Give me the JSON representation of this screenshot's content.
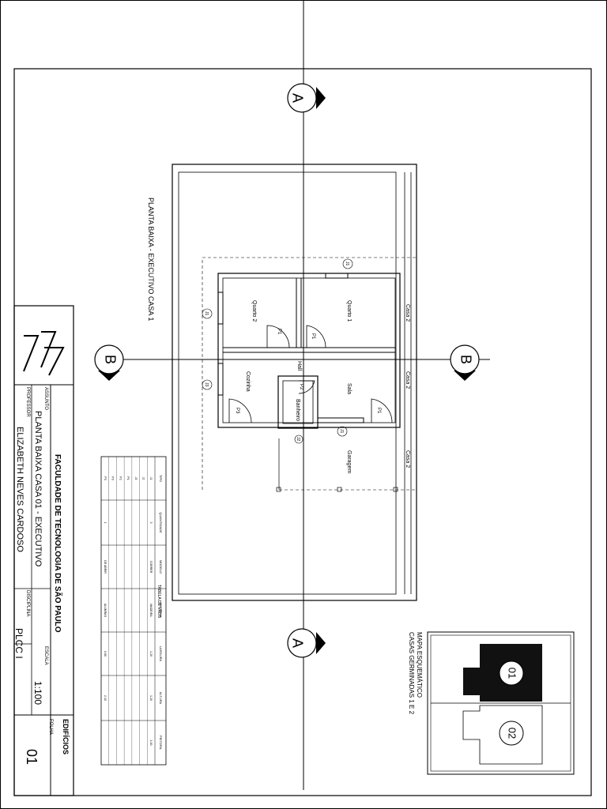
{
  "sheet": {
    "drawing_title": "PLANTA BAIXA - EXECUTIVO CASA 1",
    "section_marks": {
      "a_top": "A",
      "a_bottom": "A",
      "b_left": "B",
      "b_right": "B"
    }
  },
  "plan": {
    "rooms": {
      "quarto2": "Quarto 2",
      "quarto1": "Quarto 1",
      "cozinha": "Cozinha",
      "sala": "Sala",
      "banheiro": "Banheiro",
      "hall": "Hall",
      "garagem": "Garagem"
    },
    "neighbor": {
      "casa2_a": "Casa 2",
      "casa2_b": "Casa 2",
      "casa2_c": "Casa 2"
    },
    "doors": {
      "p1_quarto2": "P1",
      "p1_quarto1": "P1",
      "p2": "P2",
      "p3": "P3",
      "p1_sala": "P1"
    },
    "windows": {
      "j1_a": "J1",
      "j1_b": "J1",
      "j1_c": "J1",
      "j3": "J3",
      "j2": "J2"
    }
  },
  "key_map": {
    "title_line1": "MAPA ESQUEMÁTICO",
    "title_line2": "CASAS GERMINADAS 1 E 2",
    "unit1": "01",
    "unit2": "02"
  },
  "table": {
    "title": "TABELA DE VÃOS",
    "headers": [
      "TIPO",
      "QUANTIDADE",
      "MODELO",
      "MATERIAL",
      "LARGURA",
      "ALTURA",
      "PEITORIL"
    ],
    "rows": [
      [
        "J1",
        "3",
        "CORRER",
        "MADEIRA",
        "1.20",
        "1.20",
        "1.00"
      ],
      [
        "J2",
        "",
        "",
        "",
        "",
        "",
        ""
      ],
      [
        "J3",
        "",
        "",
        "",
        "",
        "",
        ""
      ],
      [
        "P1",
        "",
        "",
        "",
        "",
        "",
        ""
      ],
      [
        "P2",
        "",
        "",
        "",
        "",
        "",
        ""
      ],
      [
        "P3",
        "",
        "",
        "",
        "",
        "",
        ""
      ],
      [
        "P3",
        "1",
        "DE ABRIR",
        "ALUMÍNIO",
        "0.80",
        "2.10",
        ""
      ]
    ]
  },
  "title_block": {
    "institution": "FACULDADE DE TECNOLOGIA DE SÃO PAULO",
    "assunto_label": "ASSUNTO",
    "assunto": "PLANTA BAIXA CASA 01 - EXECUTIVO",
    "professor_label": "PROFESSOR",
    "professor": "ELIZABETH NEVES CARDOSO",
    "disciplina_label": "DISCIPLINA",
    "disciplina": "PLCC I",
    "escala_label": "ESCALA",
    "escala": "1:100",
    "curso": "EDIFÍCIOS",
    "folha_label": "FOLHA",
    "folha": "01"
  }
}
